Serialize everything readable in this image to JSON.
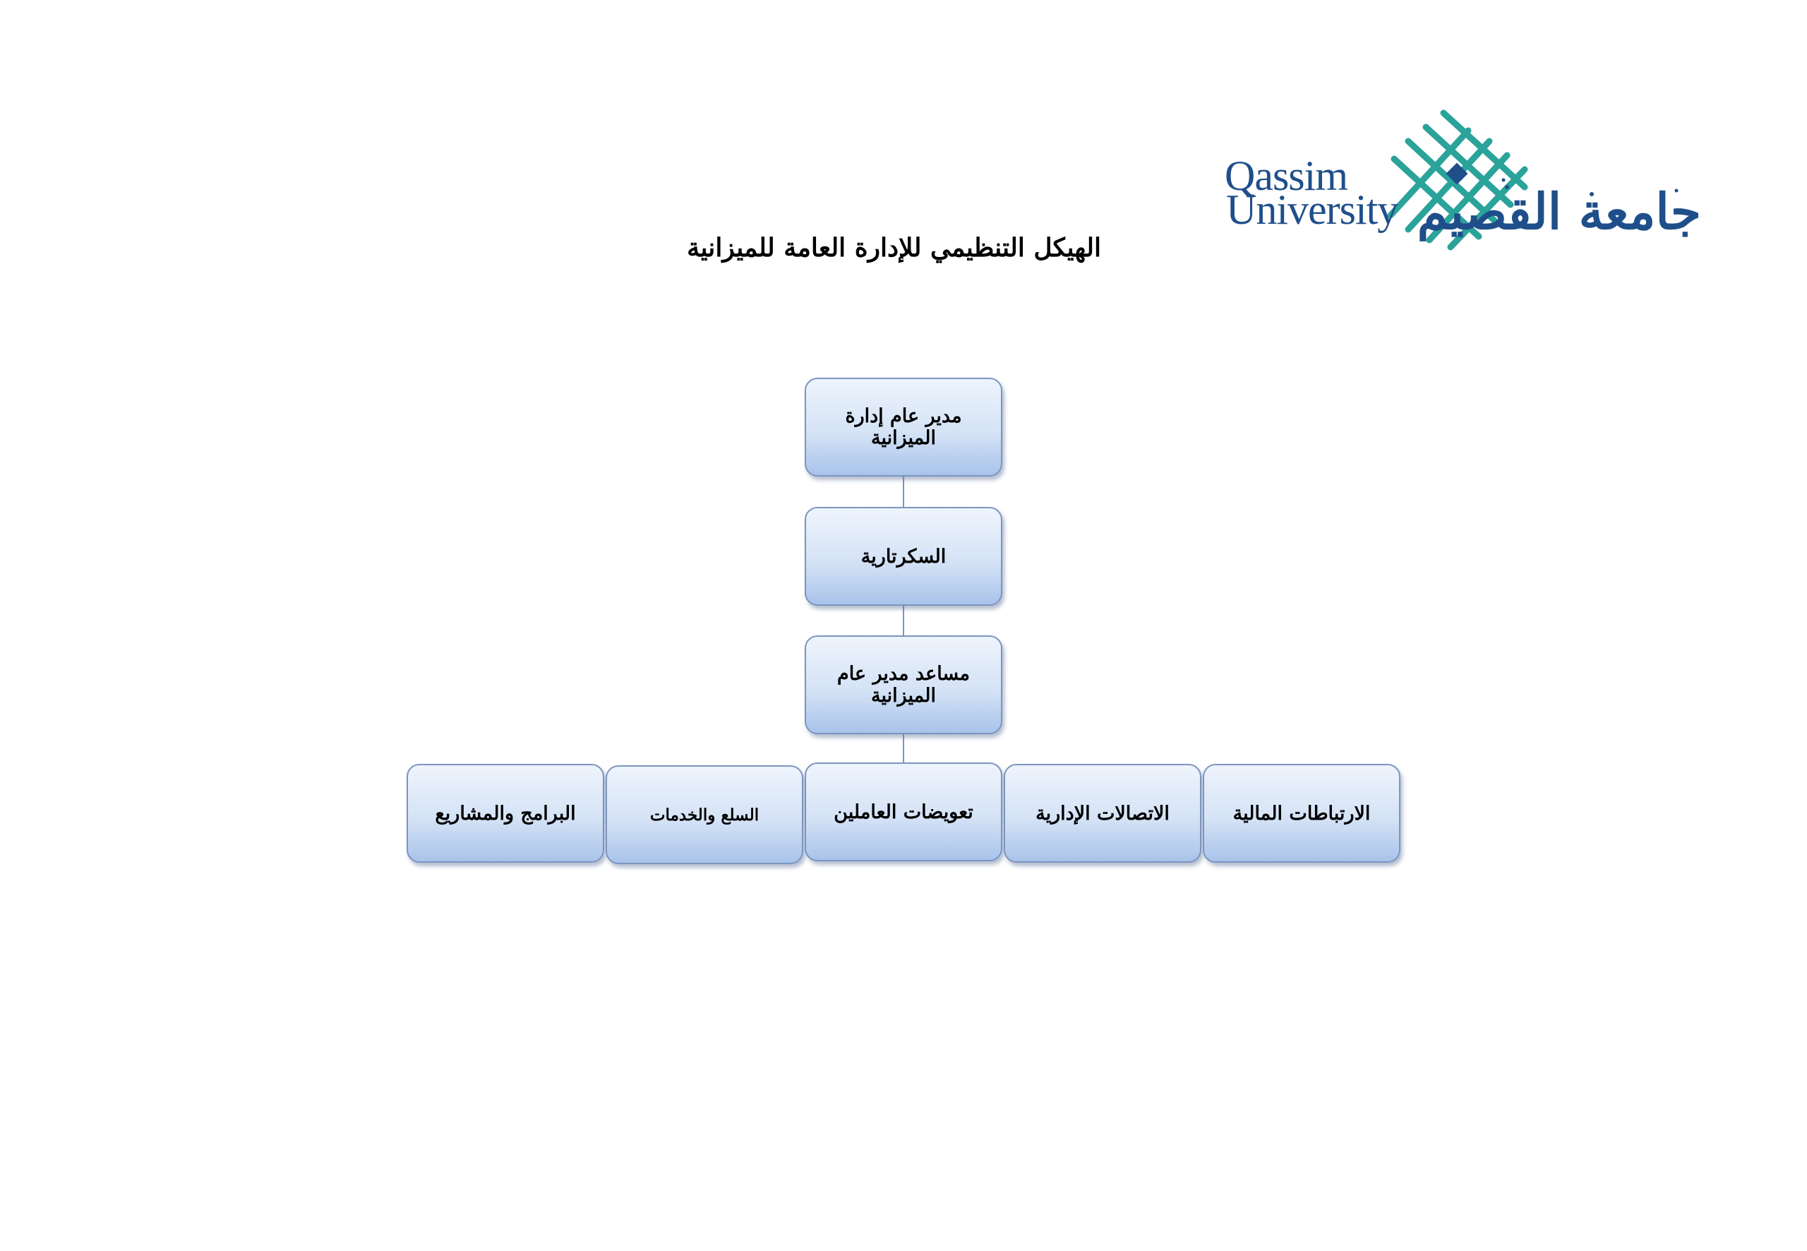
{
  "header": {
    "logo_en_line1": "Qassim",
    "logo_en_line2": "University",
    "logo_ar": "جامعة القصيم",
    "title": "الهيكل التنظيمي للإدارة العامة للميزانية"
  },
  "org_chart": {
    "director": "مدير عام إدارة الميزانية",
    "secretary": "السكرتارية",
    "assistant": "مساعد مدير عام الميزانية",
    "departments": [
      "البرامج والمشاريع",
      "السلع والخدمات",
      "تعويضات العاملين",
      "الاتصالات الإدارية",
      "الارتباطات المالية"
    ]
  },
  "colors": {
    "box_border": "#7b95c0",
    "box_fill_top": "#eef4fc",
    "box_fill_bottom": "#a9c3ea",
    "connector": "#7b95c0",
    "logo_blue": "#1f4f8a",
    "logo_teal": "#2aa39a"
  }
}
